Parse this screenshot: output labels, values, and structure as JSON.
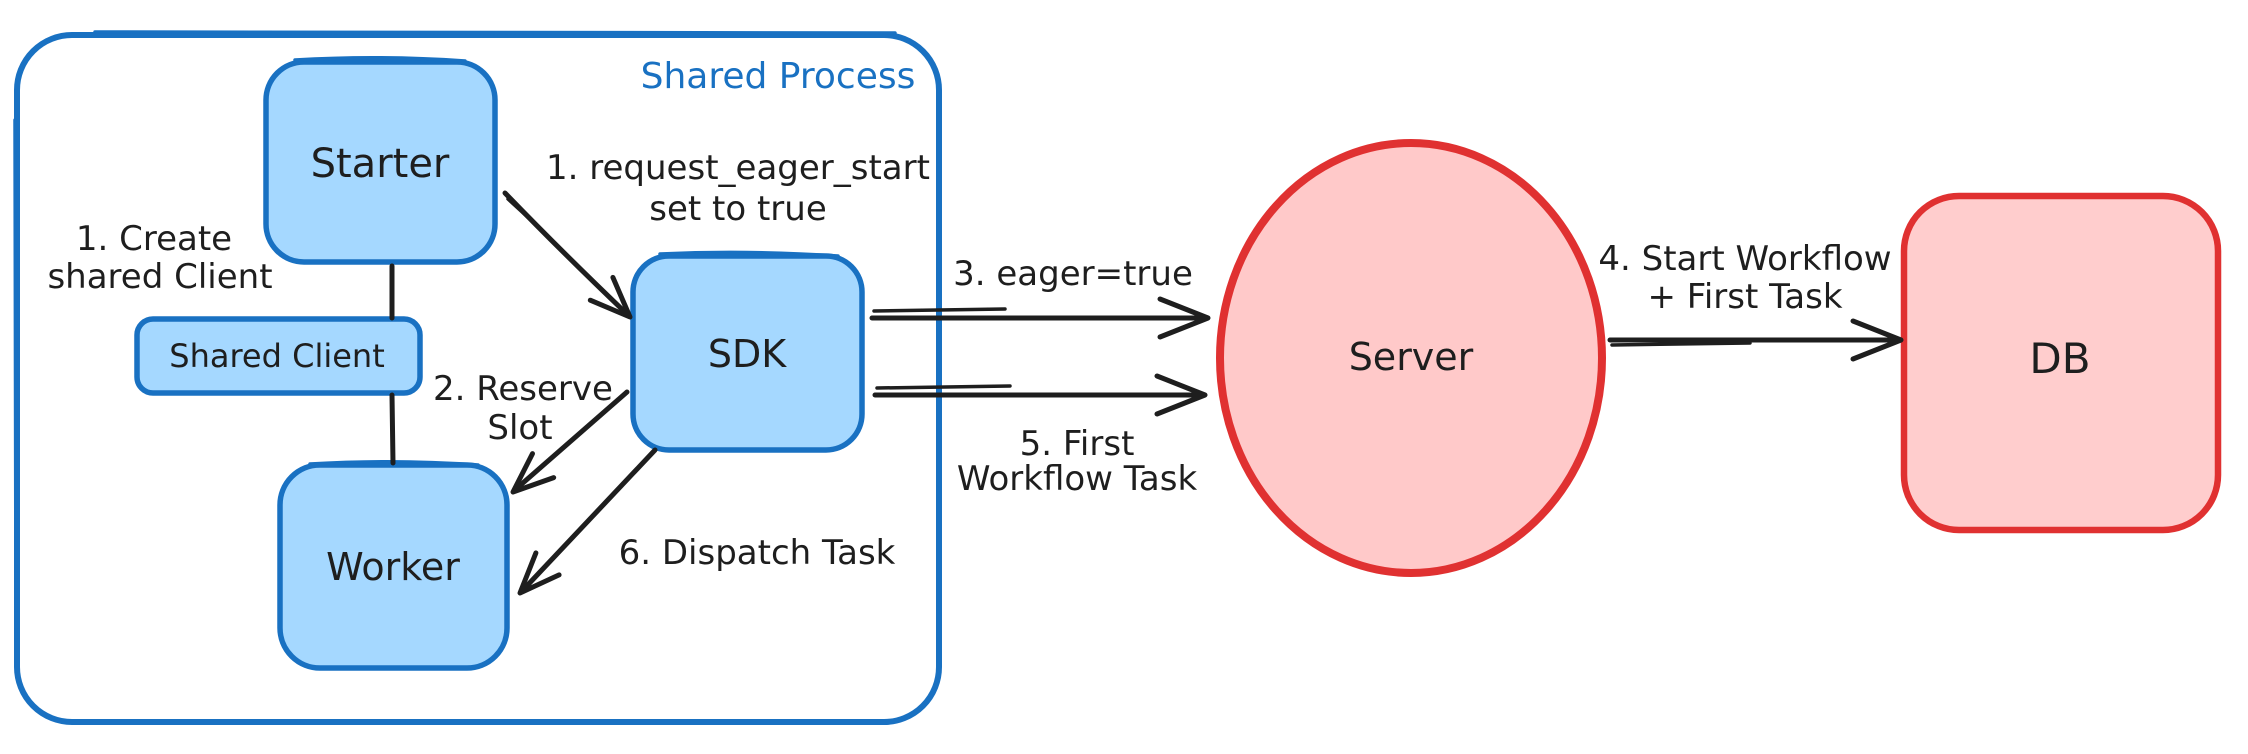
{
  "container": {
    "label": "Shared Process"
  },
  "nodes": {
    "starter": {
      "label": "Starter"
    },
    "shared_client": {
      "label": "Shared Client"
    },
    "worker": {
      "label": "Worker"
    },
    "sdk": {
      "label": "SDK"
    },
    "server": {
      "label": "Server"
    },
    "db": {
      "label": "DB"
    }
  },
  "annotations": {
    "create_client": {
      "line1": "1. Create",
      "line2": "shared Client"
    },
    "request_eager_start": {
      "line1": "1. request_eager_start",
      "line2": "set to true"
    },
    "reserve_slot": {
      "line1": "2. Reserve",
      "line2": "Slot"
    },
    "eager_true": {
      "label": "3. eager=true"
    },
    "start_workflow": {
      "line1": "4. Start Workflow",
      "line2": "+ First Task"
    },
    "first_workflow_task": {
      "line1": "5. First",
      "line2": "Workflow Task"
    },
    "dispatch_task": {
      "label": "6. Dispatch Task"
    }
  },
  "colors": {
    "blue_stroke": "#1971c2",
    "blue_fill": "#a5d8ff",
    "red_stroke": "#e03131",
    "red_fill": "#ffc9c9",
    "ink": "#1e1e1e",
    "background": "#ffffff"
  }
}
